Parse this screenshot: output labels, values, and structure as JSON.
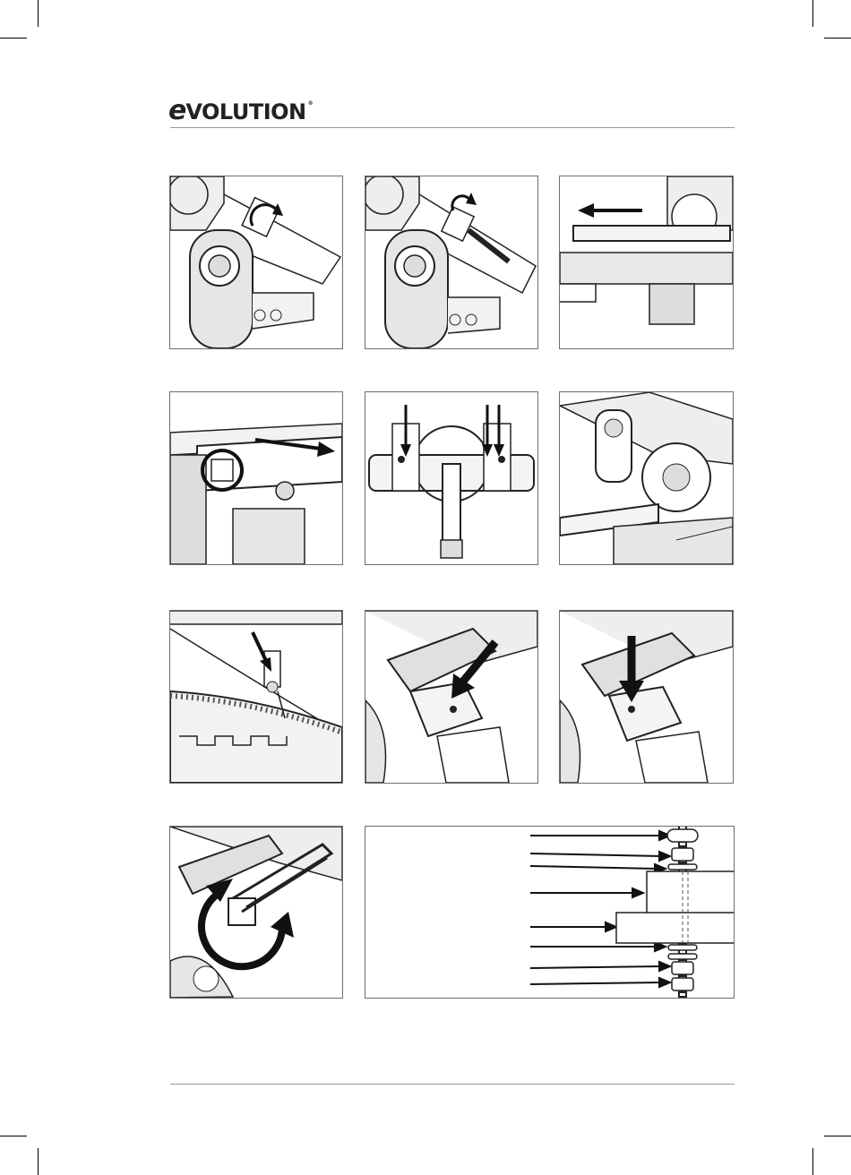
{
  "header": {
    "logo_mark": "e",
    "logo_text": "VOLUTION",
    "logo_reg": "®"
  },
  "figures": [
    {
      "name": "fig-knob-loosen",
      "icon": "knob-rotate-arrow"
    },
    {
      "name": "fig-knob-removed",
      "icon": "knob-rotate-arrow"
    },
    {
      "name": "fig-fence-slide-left",
      "icon": "arrow-left"
    },
    {
      "name": "fig-fence-slide-right",
      "icon": "arrow-right"
    },
    {
      "name": "fig-fence-bolts",
      "icon": "arrow-down"
    },
    {
      "name": "fig-saw-overview",
      "icon": "saw-icon"
    },
    {
      "name": "fig-bevel-pointer",
      "icon": "arrow-down"
    },
    {
      "name": "fig-handle-lock",
      "icon": "arrow-down"
    },
    {
      "name": "fig-handle-press",
      "icon": "arrow-down"
    },
    {
      "name": "fig-pliers-rotate",
      "icon": "rotate-arrow"
    },
    {
      "name": "fig-bolt-assembly",
      "icon": "arrow-right"
    }
  ],
  "colors": {
    "line": "#1a1a1a",
    "shade": "#d9d9d9",
    "rule": "#9a9a9a"
  }
}
